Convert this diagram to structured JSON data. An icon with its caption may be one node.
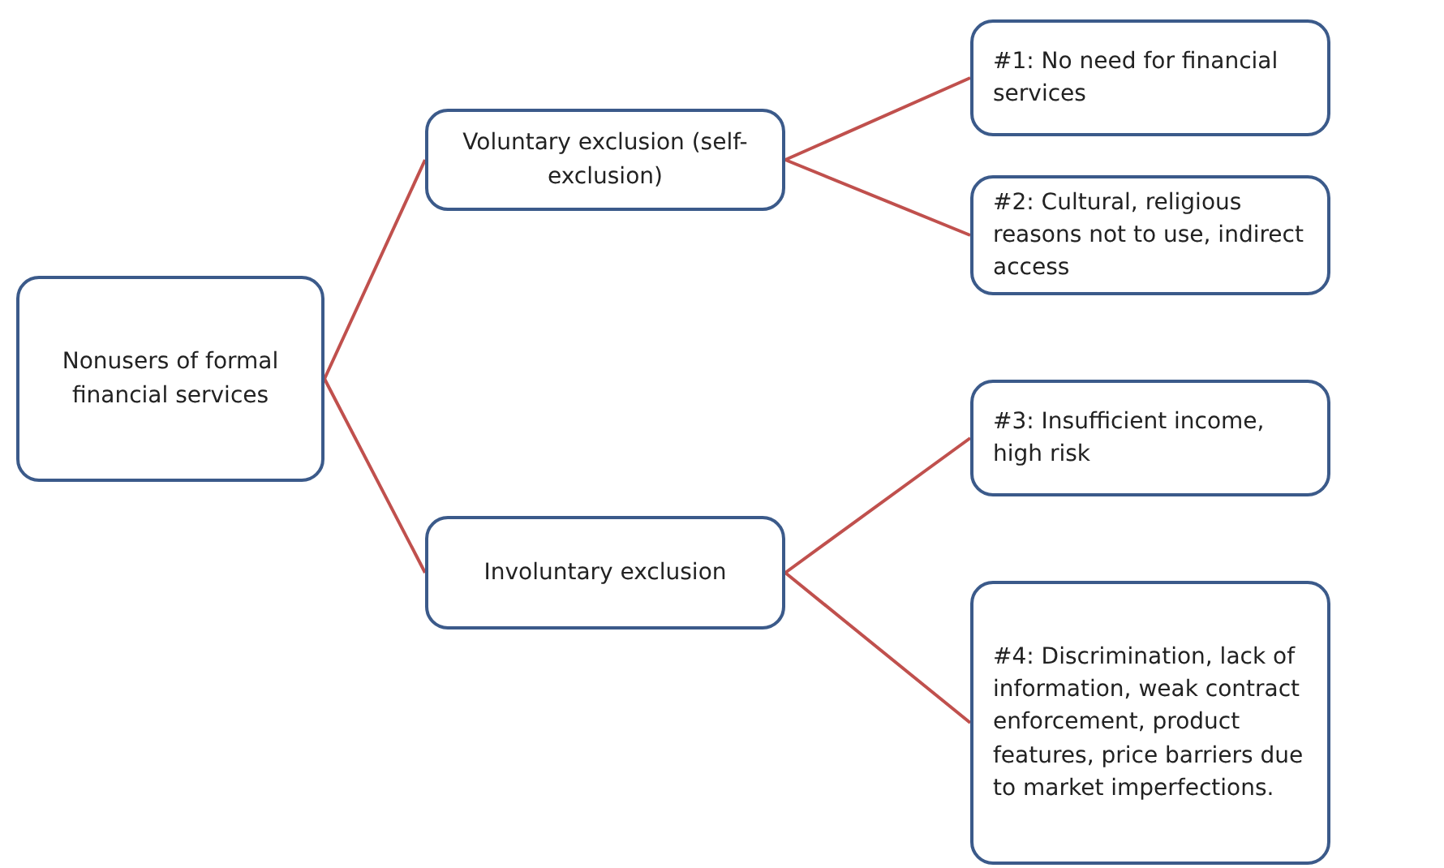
{
  "diagram": {
    "nodes": [
      {
        "text": [
          "Nonusers of formal financial services"
        ]
      },
      {
        "text": [
          "Voluntary exclusion (self-exclusion)"
        ]
      },
      {
        "text": [
          "Involuntary exclusion"
        ]
      },
      {
        "text": [
          "#1: No need for financial services"
        ]
      },
      {
        "text": [
          "#2: Cultural, religious reasons not to use, indirect access"
        ]
      },
      {
        "text": [
          "#3: Insufficient income, high risk"
        ]
      },
      {
        "text": [
          "#4: Discrimination, lack of information, weak contract enforcement, product features, price barriers due to market imperfections."
        ]
      }
    ],
    "edges": [
      {
        "from": 0,
        "to": 1,
        "arrow": "none"
      },
      {
        "from": 0,
        "to": 2,
        "arrow": "none"
      },
      {
        "from": 1,
        "to": 3,
        "arrow": "none"
      },
      {
        "from": 1,
        "to": 4,
        "arrow": "none"
      },
      {
        "from": 2,
        "to": 5,
        "arrow": "none"
      },
      {
        "from": 2,
        "to": 6,
        "arrow": "none"
      }
    ]
  }
}
